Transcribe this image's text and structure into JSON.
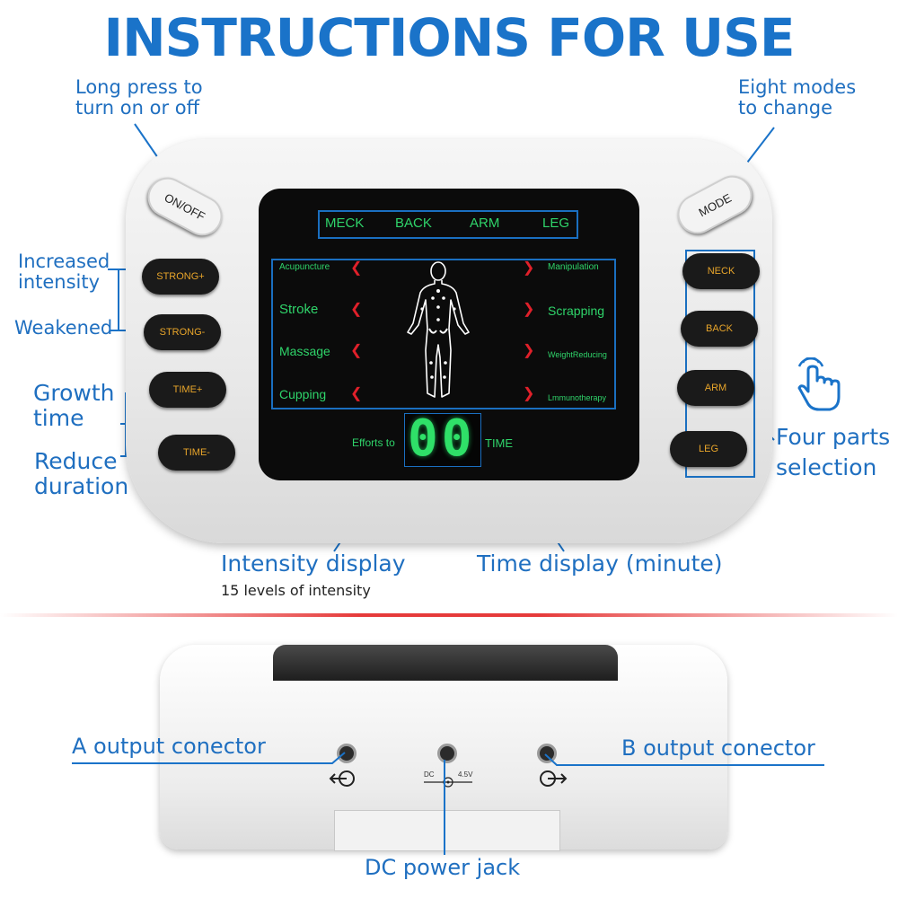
{
  "title": "INSTRUCTIONS FOR USE",
  "callouts": {
    "power": [
      "Long press to",
      "turn on or off"
    ],
    "mode": [
      "Eight modes",
      "to change"
    ],
    "increase": [
      "Increased",
      "intensity"
    ],
    "weaken": "Weakened",
    "growth": [
      "Growth",
      "time"
    ],
    "reduce": [
      "Reduce",
      "duration"
    ],
    "parts": [
      "Four parts",
      "selection"
    ],
    "intensity_display": "Intensity display",
    "intensity_levels": "15 levels of intensity",
    "time_display": "Time display (minute)",
    "a_output": "A output conector",
    "b_output": "B output conector",
    "dc_jack": "DC power jack"
  },
  "buttons": {
    "onoff": "ON/OFF",
    "mode": "MODE",
    "strong_plus": "STRONG+",
    "strong_minus": "STRONG-",
    "time_plus": "TIME+",
    "time_minus": "TIME-",
    "neck": "NECK",
    "back": "BACK",
    "arm": "ARM",
    "leg": "LEG"
  },
  "screen": {
    "parts": [
      "MECK",
      "BACK",
      "ARM",
      "LEG"
    ],
    "left_modes": [
      "Acupuncture",
      "Stroke",
      "Massage",
      "Cupping"
    ],
    "right_modes": [
      "Manipulation",
      "Scrapping",
      "WeightReducing",
      "Lmmunotherapy"
    ],
    "efforts_label": "Efforts to",
    "digits": "00",
    "time_label": "TIME"
  },
  "bottom": {
    "dc_label": "DC",
    "voltage": "4.5V"
  },
  "colors": {
    "accent_blue": "#1a73c9",
    "screen_green": "#2fd46a",
    "arrow_red": "#e0202a",
    "button_orange": "#e8a52a"
  },
  "icons": [
    "hand-pointer-icon",
    "output-a-icon",
    "output-b-icon",
    "dc-polarity-icon"
  ]
}
